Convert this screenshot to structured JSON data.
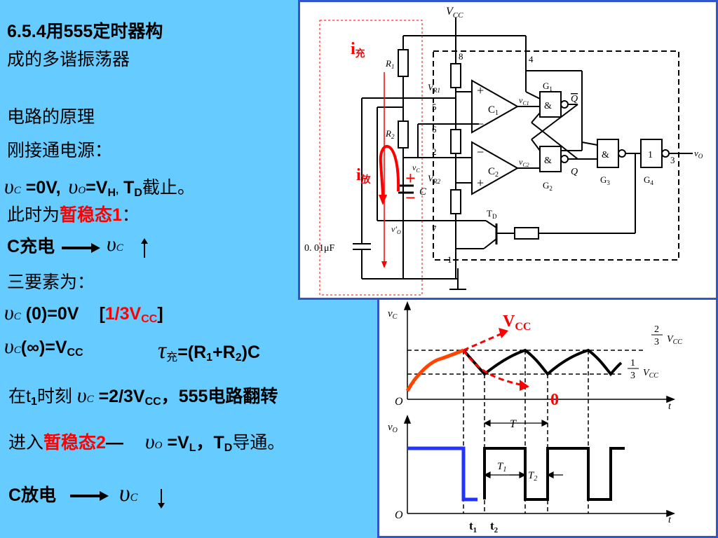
{
  "left": {
    "title_l1": "6.5.4用555定时器构",
    "title_l2": "成的多谐振荡器",
    "principle": "电路的原理",
    "just_on": "刚接通电源：",
    "init_state": {
      "vc": "=0V,",
      "vo": "=V",
      "vo_sub": "H",
      "td": "T",
      "td_sub": "D",
      "td_text": "截止。"
    },
    "state1": {
      "prefix": "此时为",
      "label": "暂稳态1",
      "suffix": "："
    },
    "charge": "C充电",
    "three_elements": "三要素为：",
    "elem_init": "(0)=0V",
    "elem_bracket_open": "[",
    "elem_bracket_val": "1/3V",
    "elem_bracket_sub": "CC",
    "elem_bracket_close": "]",
    "elem_inf": "(∞)=V",
    "elem_inf_sub": "CC",
    "tau_sub": "充",
    "tau_eq": "=(R",
    "tau_r1": "1",
    "tau_plus": "+R",
    "tau_r2": "2",
    "tau_close": ")C",
    "t1_text_a": "在t",
    "t1_sub": "1",
    "t1_text_b": "时刻",
    "t1_eq": "=2/3V",
    "t1_eq_sub": "CC",
    "t1_text_c": "，555电路翻转",
    "state2": {
      "prefix": "进入",
      "label": "暂稳态2",
      "suffix": "—",
      "vo_eq": "=V",
      "vo_sub": "L",
      "td_text": "，T",
      "td_sub": "D",
      "td_tail": "导通。"
    },
    "discharge": "C放电"
  },
  "circuit": {
    "vcc": "V",
    "vcc_sub": "CC",
    "i_charge": "i",
    "i_charge_sub": "充",
    "i_discharge": "i",
    "i_discharge_sub": "放",
    "r1": "R",
    "r1_sub": "1",
    "r2": "R",
    "r2_sub": "2",
    "vr1": "V",
    "vr1_sub": "R1",
    "vr2": "V",
    "vr2_sub": "R2",
    "c1": "C",
    "c1_sub": "1",
    "c2": "C",
    "c2_sub": "2",
    "vc1": "v",
    "vc1_sub": "C1",
    "vc2": "v",
    "vc2_sub": "C2",
    "vc": "v",
    "vc_sub": "C",
    "vo_prime": "v′",
    "vo_prime_sub": "O",
    "g1": "G",
    "g1_sub": "1",
    "g2": "G",
    "g2_sub": "2",
    "g3": "G",
    "g3_sub": "3",
    "g4": "G",
    "g4_sub": "4",
    "amp": "&",
    "one": "1",
    "q_bar": "Q",
    "q": "Q",
    "td": "T",
    "td_sub": "D",
    "vo": "v",
    "vo_sub": "O",
    "cap_label": "C",
    "cap_value": "0. 01μF",
    "plus": "+",
    "minus": "−",
    "pins": [
      "8",
      "4",
      "5",
      "6",
      "2",
      "7",
      "1",
      "3"
    ]
  },
  "waveform": {
    "vc_axis": "v",
    "vc_axis_sub": "C",
    "vo_axis": "v",
    "vo_axis_sub": "O",
    "t_label": "t",
    "origin": "O",
    "two_thirds": "2",
    "three": "3",
    "vcc_small": "V",
    "vcc_small_sub": "CC",
    "one_third": "1",
    "vcc_big": "V",
    "vcc_big_sub": "CC",
    "zero_big": "0",
    "T": "T",
    "T1": "T",
    "T1_sub": "1",
    "T2": "T",
    "T2_sub": "2",
    "t1": "t",
    "t1_sub": "1",
    "t2": "t",
    "t2_sub": "2"
  },
  "colors": {
    "background": "#66ccff",
    "panel_border": "#3355cc",
    "accent_red": "#ff0000",
    "charge_orange": "#ff4400",
    "vo_blue": "#2233ff"
  }
}
